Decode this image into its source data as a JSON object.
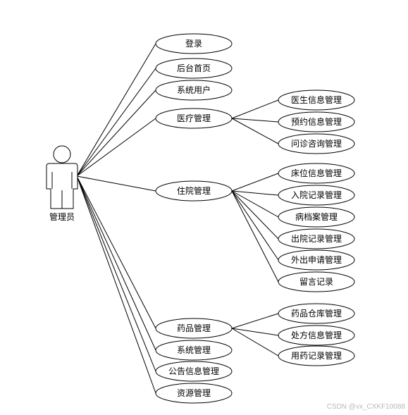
{
  "actor": {
    "label": "管理员",
    "icon": "person-icon"
  },
  "use_cases": [
    {
      "id": "login",
      "label": "登录",
      "children": []
    },
    {
      "id": "backend-home",
      "label": "后台首页",
      "children": []
    },
    {
      "id": "system-users",
      "label": "系统用户",
      "children": []
    },
    {
      "id": "medical",
      "label": "医疗管理",
      "children": [
        {
          "id": "doctor-info",
          "label": "医生信息管理"
        },
        {
          "id": "appointment-info",
          "label": "预约信息管理"
        },
        {
          "id": "consultation",
          "label": "问诊咨询管理"
        }
      ]
    },
    {
      "id": "inpatient",
      "label": "住院管理",
      "children": [
        {
          "id": "bed-info",
          "label": "床位信息管理"
        },
        {
          "id": "admission-record",
          "label": "入院记录管理"
        },
        {
          "id": "medical-records",
          "label": "病档案管理"
        },
        {
          "id": "discharge-record",
          "label": "出院记录管理"
        },
        {
          "id": "outing-request",
          "label": "外出申请管理"
        },
        {
          "id": "message-record",
          "label": "留言记录"
        }
      ]
    },
    {
      "id": "drug",
      "label": "药品管理",
      "children": [
        {
          "id": "drug-warehouse",
          "label": "药品仓库管理"
        },
        {
          "id": "prescription-info",
          "label": "处方信息管理"
        },
        {
          "id": "medication-record",
          "label": "用药记录管理"
        }
      ]
    },
    {
      "id": "system-mgmt",
      "label": "系统管理",
      "children": []
    },
    {
      "id": "notice-info",
      "label": "公告信息管理",
      "children": []
    },
    {
      "id": "resource-mgmt",
      "label": "资源管理",
      "children": []
    }
  ],
  "watermark": "CSDN @vx_CXKF10088"
}
